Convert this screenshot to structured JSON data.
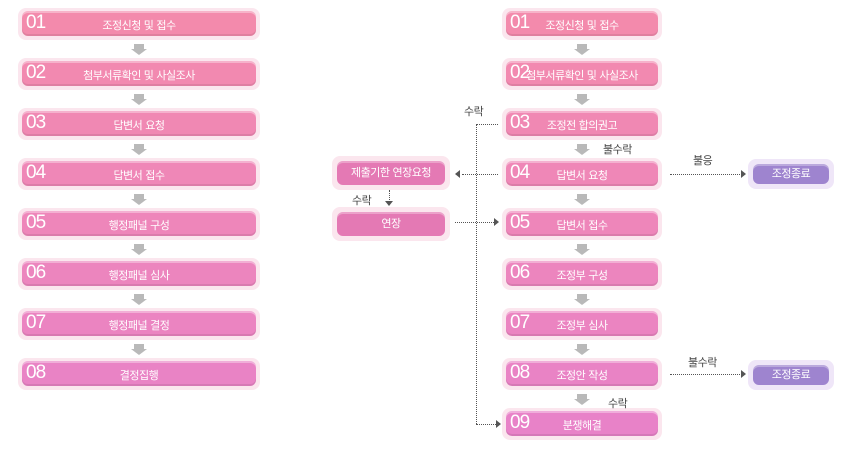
{
  "left_flow": [
    {
      "num": "01",
      "label": "조정신청 및 접수"
    },
    {
      "num": "02",
      "label": "첨부서류확인 및 사실조사"
    },
    {
      "num": "03",
      "label": "답변서 요청"
    },
    {
      "num": "04",
      "label": "답변서 접수"
    },
    {
      "num": "05",
      "label": "행정패널 구성"
    },
    {
      "num": "06",
      "label": "행정패널 심사"
    },
    {
      "num": "07",
      "label": "행정패널 결정"
    },
    {
      "num": "08",
      "label": "결정집행"
    }
  ],
  "right_flow": [
    {
      "num": "01",
      "label": "조정신청 및 접수"
    },
    {
      "num": "02",
      "label": "첨부서류확인 및 사실조사"
    },
    {
      "num": "03",
      "label": "조정전 합의권고"
    },
    {
      "num": "04",
      "label": "답변서 요청"
    },
    {
      "num": "05",
      "label": "답변서 접수"
    },
    {
      "num": "06",
      "label": "조정부 구성"
    },
    {
      "num": "07",
      "label": "조정부 심사"
    },
    {
      "num": "08",
      "label": "조정안 작성"
    },
    {
      "num": "09",
      "label": "분쟁해결"
    }
  ],
  "side": {
    "extension_request": "제출기한 연장요청",
    "extension": "연장",
    "end1": "조정종료",
    "end2": "조정종료"
  },
  "notes": {
    "accept_top": "수락",
    "reject_03": "불수락",
    "refuse": "불응",
    "accept_ext": "수락",
    "reject_08": "불수락",
    "accept_08": "수락"
  },
  "colors": {
    "start": "#f38aac",
    "end": "#e882c8",
    "purple": "#9e84cf"
  }
}
